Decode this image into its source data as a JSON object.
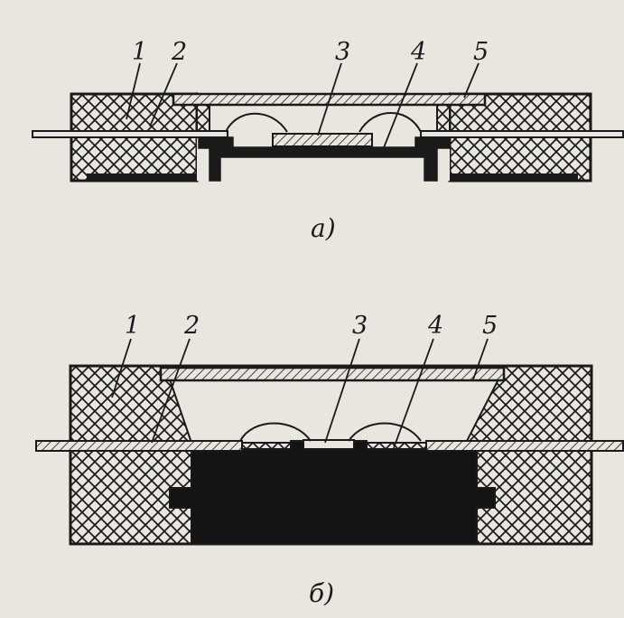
{
  "figure_a": {
    "caption": "а)",
    "labels": [
      "1",
      "2",
      "3",
      "4",
      "5"
    ]
  },
  "figure_b": {
    "caption": "б)",
    "labels": [
      "1",
      "2",
      "3",
      "4",
      "5"
    ]
  },
  "colors": {
    "paper": "#e9e6df",
    "ink": "#1a1a1a"
  }
}
